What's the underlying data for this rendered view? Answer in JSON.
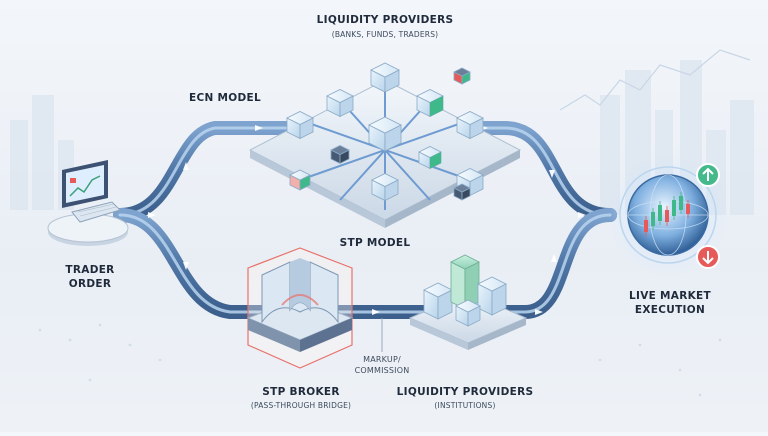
{
  "labels": {
    "lp_top_title": "LIQUIDITY PROVIDERS",
    "lp_top_sub": "(BANKS, FUNDS, TRADERS)",
    "ecn_model": "ECN MODEL",
    "stp_model": "STP MODEL",
    "trader_line1": "TRADER",
    "trader_line2": "ORDER",
    "market_line1": "LIVE MARKET",
    "market_line2": "EXECUTION",
    "markup_line1": "MARKUP/",
    "markup_line2": "COMMISSION",
    "stp_broker_title": "STP BROKER",
    "stp_broker_sub": "(PASS-THROUGH BRIDGE)",
    "lp_bottom_title": "LIQUIDITY PROVIDERS",
    "lp_bottom_sub": "(INSTITUTIONS)"
  },
  "colors": {
    "flow_dark": "#4b6f9c",
    "flow_light": "#9ec3e8",
    "arrow": "#6e9bd1",
    "cube_glass": "#cfe3f3",
    "cube_edge": "#8aa9c6",
    "green": "#3fb98a",
    "red": "#e65a5a",
    "highlight_red": "#e8716b"
  },
  "icons": [
    "trader-computer-icon",
    "globe-market-icon",
    "up-arrow-icon",
    "down-arrow-icon",
    "broker-bridge-icon"
  ]
}
